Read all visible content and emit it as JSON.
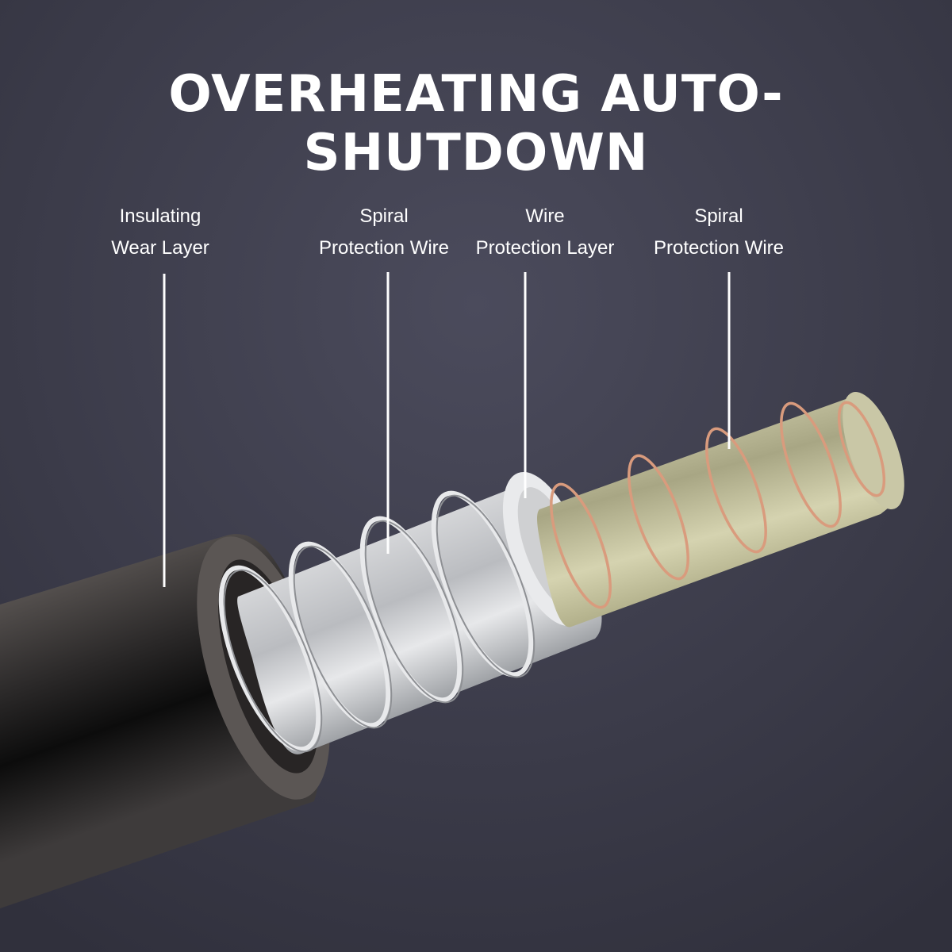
{
  "headline": "OVERHEATING AUTO-SHUTDOWN",
  "callouts": [
    {
      "id": "insulating-wear-layer",
      "line1": "Insulating",
      "line2": "Wear Layer"
    },
    {
      "id": "spiral-protection-wire-inner",
      "line1": "Spiral",
      "line2": "Protection Wire"
    },
    {
      "id": "wire-protection-layer",
      "line1": "Wire",
      "line2": "Protection Layer"
    },
    {
      "id": "spiral-protection-wire-outer",
      "line1": "Spiral",
      "line2": "Protection Wire"
    }
  ],
  "colors": {
    "background": "#3a3a48",
    "outer_jacket": "#3d3a3a",
    "silver_layer": "#d4d6d8",
    "silver_spring": "#e6e8ea",
    "core": "#bdbb98",
    "copper_spring": "#d89a7c",
    "leader_line": "#ffffff"
  }
}
